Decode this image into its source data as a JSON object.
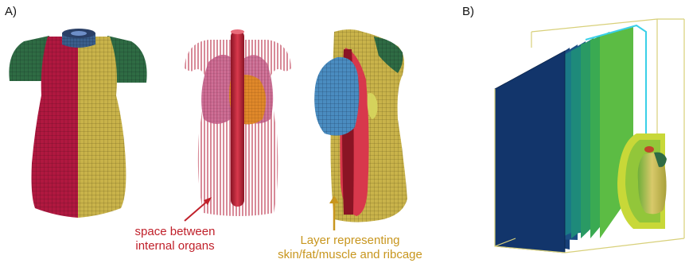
{
  "panels": {
    "a_label": "A)",
    "b_label": "B)"
  },
  "annotations": {
    "organs_space": {
      "line1": "space between",
      "line2": "internal organs",
      "color": "#c0202a"
    },
    "tissue_layer": {
      "line1": "Layer representing",
      "line2": "skin/fat/muscle and ribcage",
      "color": "#c8961e"
    }
  },
  "colors": {
    "skin_layer": "#c9b34a",
    "red_layer": "#b01840",
    "arm_green": "#2f6b44",
    "neck_blue": "#3a5e8c",
    "lung_pink": "#c7608a",
    "heart_orange": "#e0882a",
    "aorta_red": "#c0283c",
    "lung_blue": "#4a8cc0",
    "domain_navy": "#12356b"
  }
}
